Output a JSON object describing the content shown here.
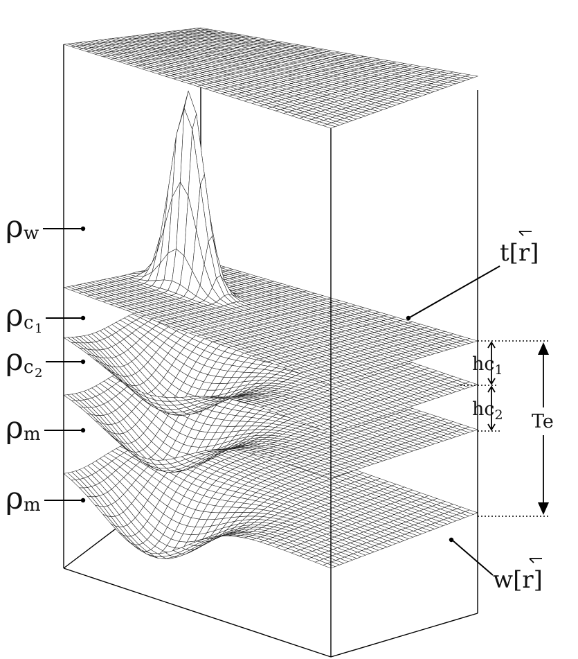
{
  "labels": {
    "rho_w": {
      "symbol": "ρ",
      "sub": "w"
    },
    "rho_c1": {
      "symbol": "ρ",
      "sub": "c",
      "subsub": "1"
    },
    "rho_c2": {
      "symbol": "ρ",
      "sub": "c",
      "subsub": "2"
    },
    "rho_m_upper": {
      "symbol": "ρ",
      "sub": "m"
    },
    "rho_m_lower": {
      "symbol": "ρ",
      "sub": "m"
    },
    "t_r": {
      "base": "t",
      "open": "[",
      "vec": "r",
      "close": "]"
    },
    "w_r": {
      "base": "w",
      "open": "[",
      "vec": "r",
      "close": "]"
    },
    "hc1": {
      "base": "hc",
      "sub": "1"
    },
    "hc2": {
      "base": "hc",
      "sub": "2"
    },
    "te": "Te"
  }
}
